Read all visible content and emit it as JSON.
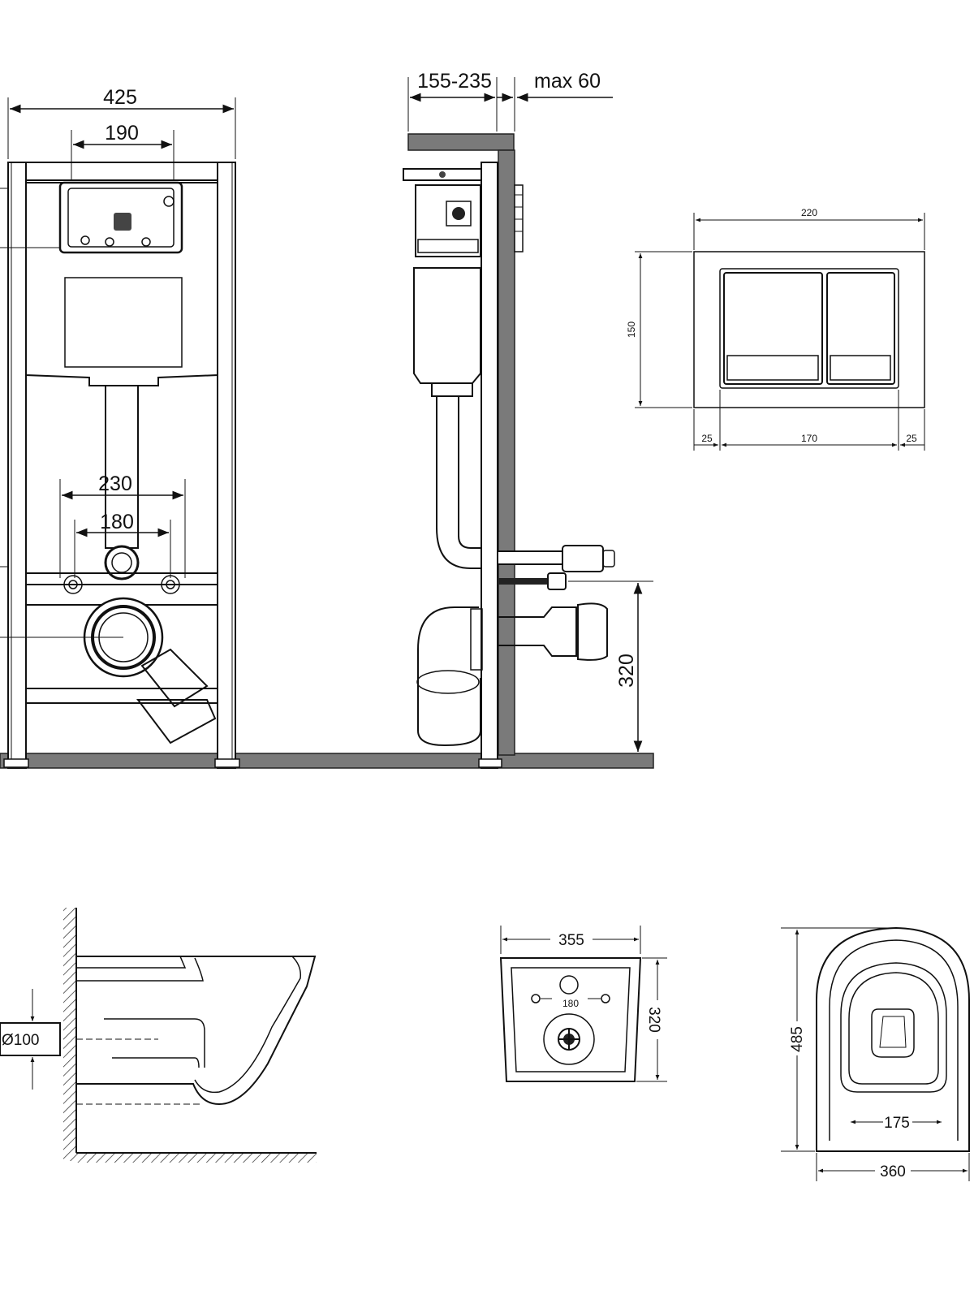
{
  "front_view": {
    "frame_width": "425",
    "flush_opening_width": "190",
    "stud_outer_spacing": "230",
    "stud_inner_spacing": "180"
  },
  "side_view": {
    "wall_depth": "155-235",
    "cladding_thickness": "max 60",
    "outlet_height": "320"
  },
  "flush_plate": {
    "width": "220",
    "height": "150",
    "margin_left": "25",
    "buttons_width": "170",
    "margin_right": "25"
  },
  "bowl_side": {
    "outlet_diameter": "Ø100"
  },
  "bowl_rear": {
    "width": "355",
    "height": "320",
    "bolt_spacing": "180"
  },
  "bowl_top": {
    "length": "485",
    "outer_width": "360",
    "inner_width": "175"
  },
  "colors": {
    "line": "#111111",
    "fill_grey": "#7a7a7a",
    "background": "#ffffff"
  }
}
